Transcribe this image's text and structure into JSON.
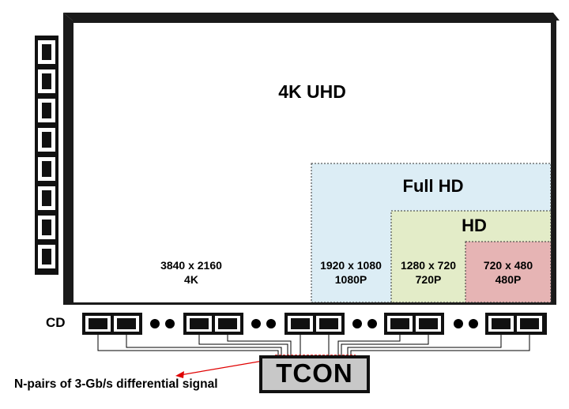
{
  "diagram": {
    "regions": {
      "uhd": {
        "title": "4K UHD",
        "resolution": "3840 x 2160",
        "short": "4K",
        "fill": "#ffffff"
      },
      "fhd": {
        "title": "Full HD",
        "resolution": "1920 x 1080",
        "short": "1080P",
        "fill": "#dcedf5"
      },
      "hd": {
        "title": "HD",
        "resolution": "1280 x 720",
        "short": "720P",
        "fill": "#e3ecc8"
      },
      "sd": {
        "resolution": "720 x 480",
        "short": "480P",
        "fill": "#e6b4b4"
      }
    },
    "cd_label": "CD",
    "tcon_label": "TCON",
    "signal_label": "N-pairs of 3-Gb/s differential signal",
    "colors": {
      "panel_frame": "#1a1a1a",
      "chip_fill": "#c8c8c8",
      "arrow": "#e00000"
    }
  }
}
